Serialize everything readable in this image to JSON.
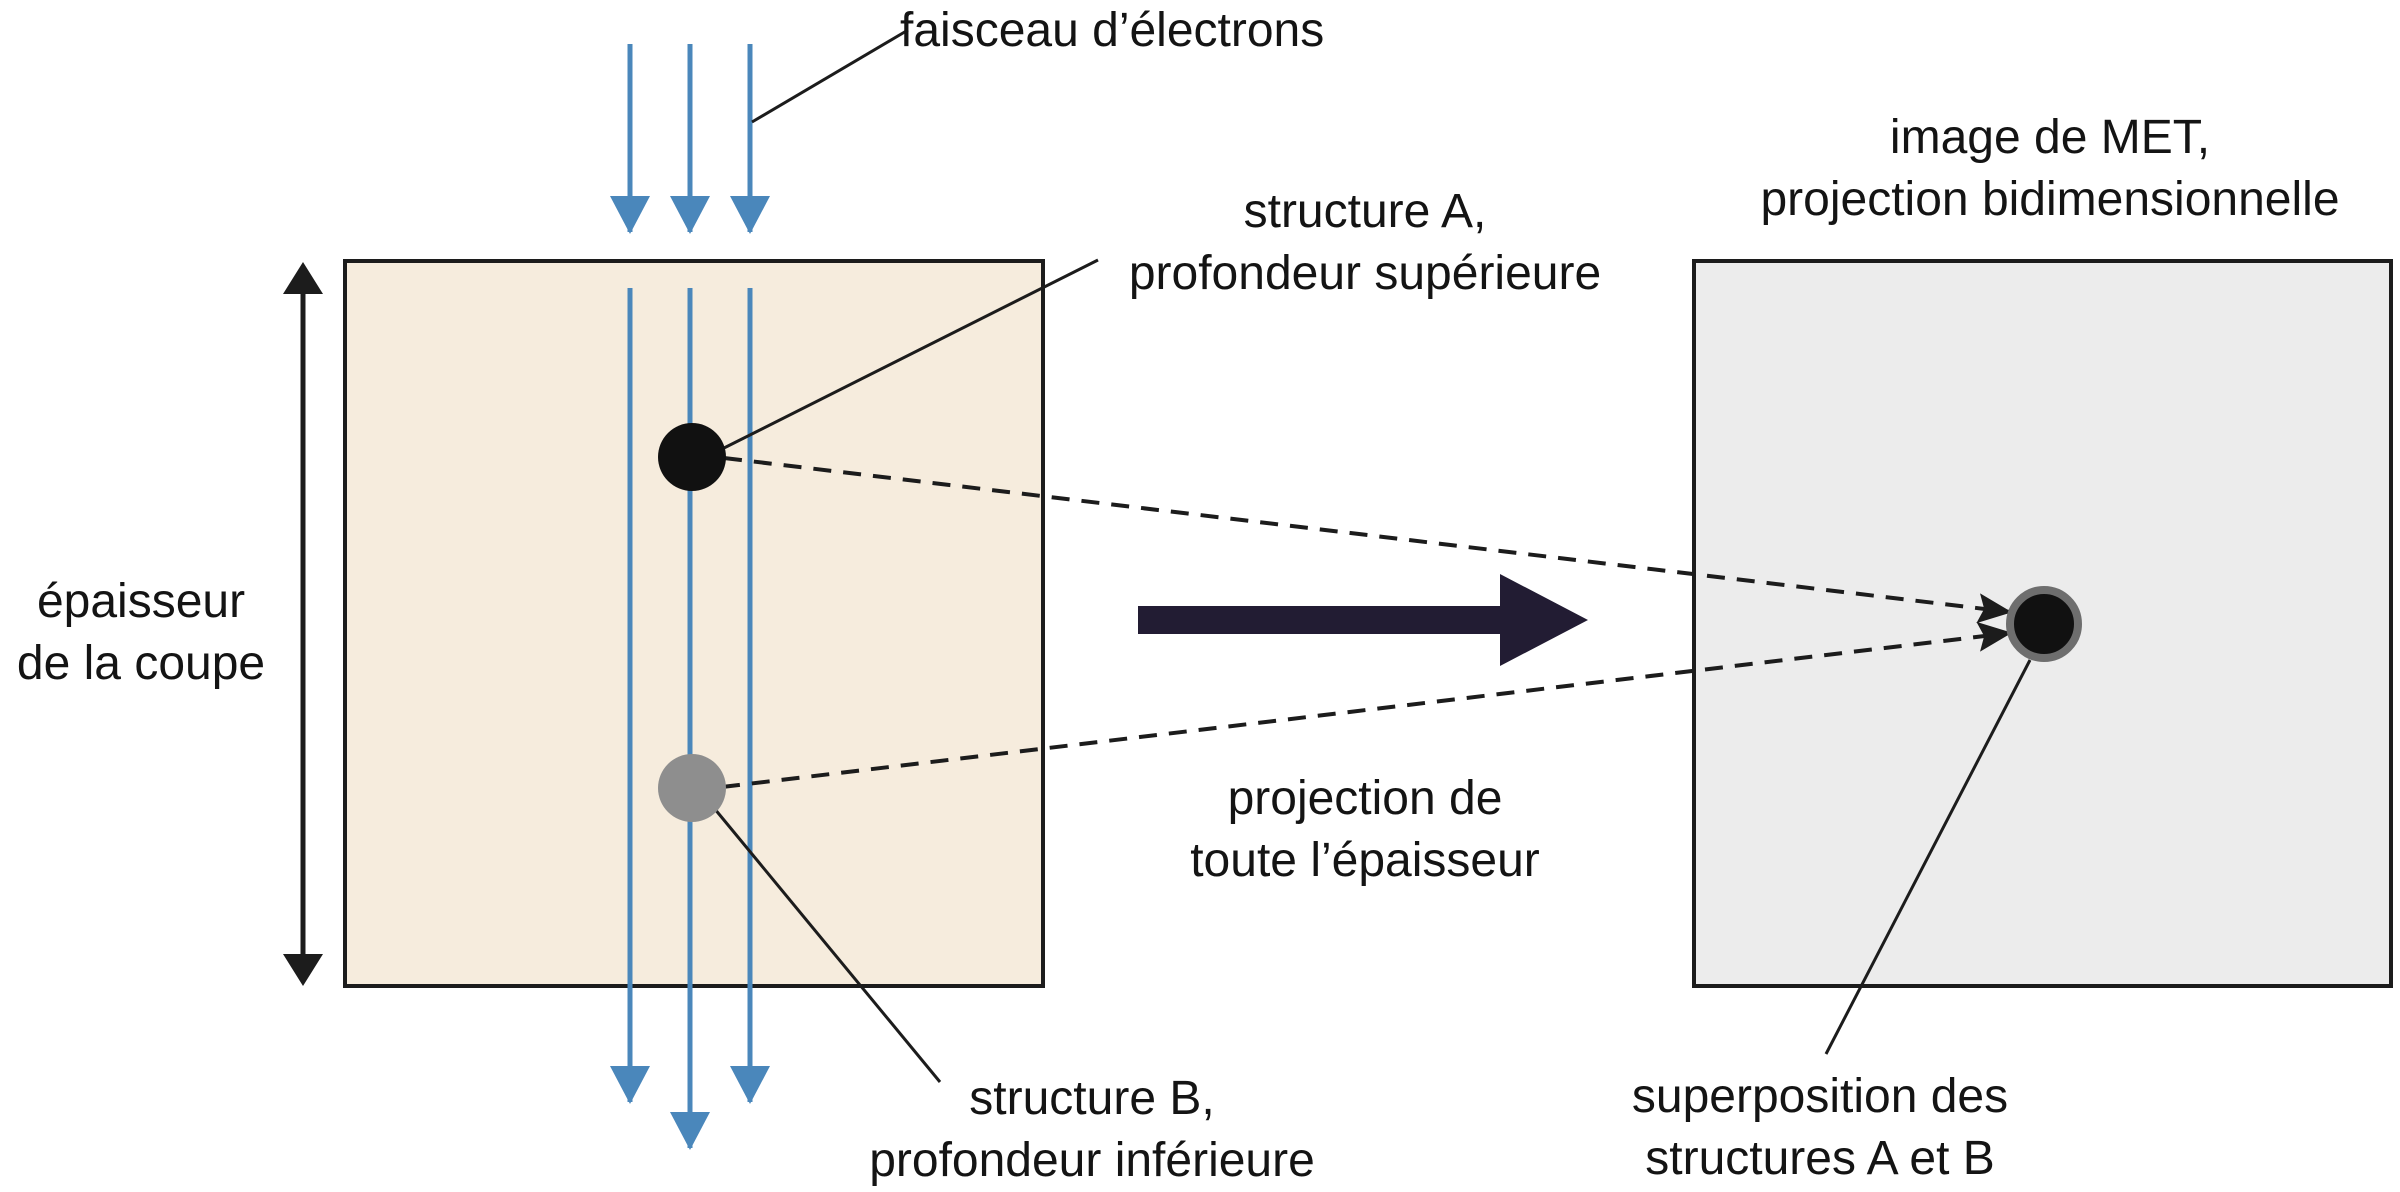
{
  "labels": {
    "electron_beam": "faisceau d’électrons",
    "structure_a": [
      "structure A,",
      "profondeur supérieure"
    ],
    "structure_b": [
      "structure B,",
      "profondeur inférieure"
    ],
    "section_thickness": [
      "épaisseur",
      "de la coupe"
    ],
    "whole_thickness_projection": [
      "projection de",
      "toute l’épaisseur"
    ],
    "tem_image": [
      "image de MET,",
      "projection bidimensionnelle"
    ],
    "superposition": [
      "superposition des",
      "structures A et B"
    ]
  },
  "colors": {
    "section_fill": "#f6ecdd",
    "image_fill": "#ececec",
    "outline": "#1c1c1c",
    "beam": "#4a87bb",
    "structure_a": "#111111",
    "structure_b": "#8e8e8e",
    "projection_arrow": "#221c33",
    "text": "#141414"
  }
}
